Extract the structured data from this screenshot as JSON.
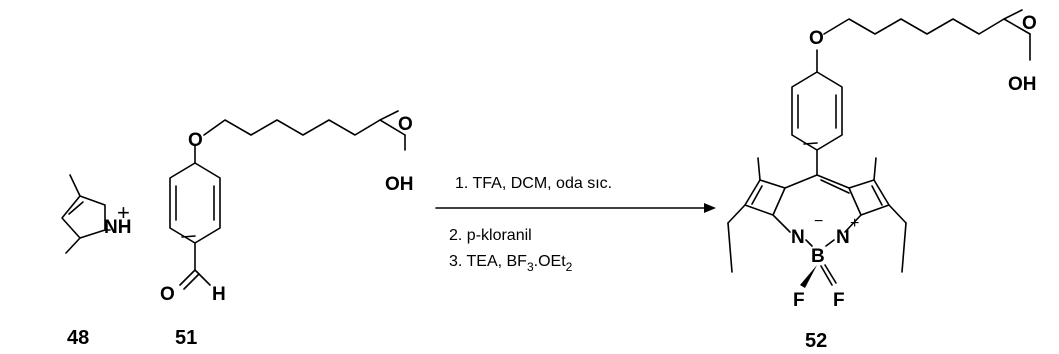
{
  "compounds": {
    "pyrrole": {
      "label": "48",
      "atoms": {
        "nh": "NH"
      }
    },
    "aldehyde": {
      "label": "51",
      "atoms": {
        "o_ether": "O",
        "o_carbonyl": "O",
        "oh": "OH",
        "o_ald": "O",
        "h_ald": "H"
      }
    },
    "bodipy": {
      "label": "52",
      "atoms": {
        "o_ether": "O",
        "o_carbonyl": "O",
        "oh": "OH",
        "n_left": "N",
        "n_right": "N",
        "b": "B",
        "f_left": "F",
        "f_right": "F",
        "minus": "−",
        "plus": "+"
      }
    }
  },
  "plus_sign": "+",
  "conditions": {
    "step1": "1. TFA, DCM, oda sıc.",
    "step2": "2. p-kloranil",
    "step3_prefix": "3. TEA, BF",
    "step3_sub1": "3",
    "step3_mid": ".OEt",
    "step3_sub2": "2"
  }
}
